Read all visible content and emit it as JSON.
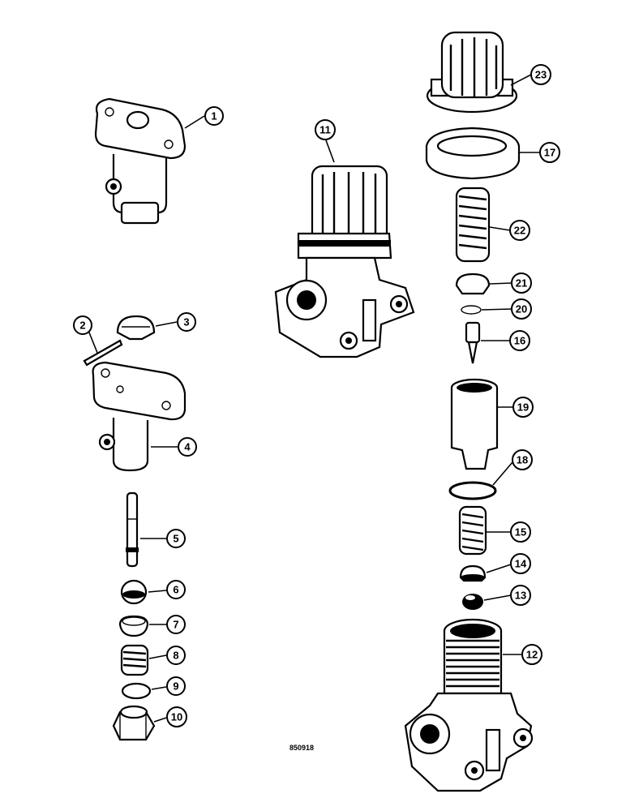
{
  "figure": {
    "drawing_code": "850918",
    "callouts": [
      {
        "label": "1"
      },
      {
        "label": "2"
      },
      {
        "label": "3"
      },
      {
        "label": "4"
      },
      {
        "label": "5"
      },
      {
        "label": "6"
      },
      {
        "label": "7"
      },
      {
        "label": "8"
      },
      {
        "label": "9"
      },
      {
        "label": "10"
      },
      {
        "label": "11"
      },
      {
        "label": "12"
      },
      {
        "label": "13"
      },
      {
        "label": "14"
      },
      {
        "label": "15"
      },
      {
        "label": "16"
      },
      {
        "label": "17"
      },
      {
        "label": "18"
      },
      {
        "label": "19"
      },
      {
        "label": "20"
      },
      {
        "label": "21"
      },
      {
        "label": "22"
      },
      {
        "label": "23"
      }
    ]
  }
}
